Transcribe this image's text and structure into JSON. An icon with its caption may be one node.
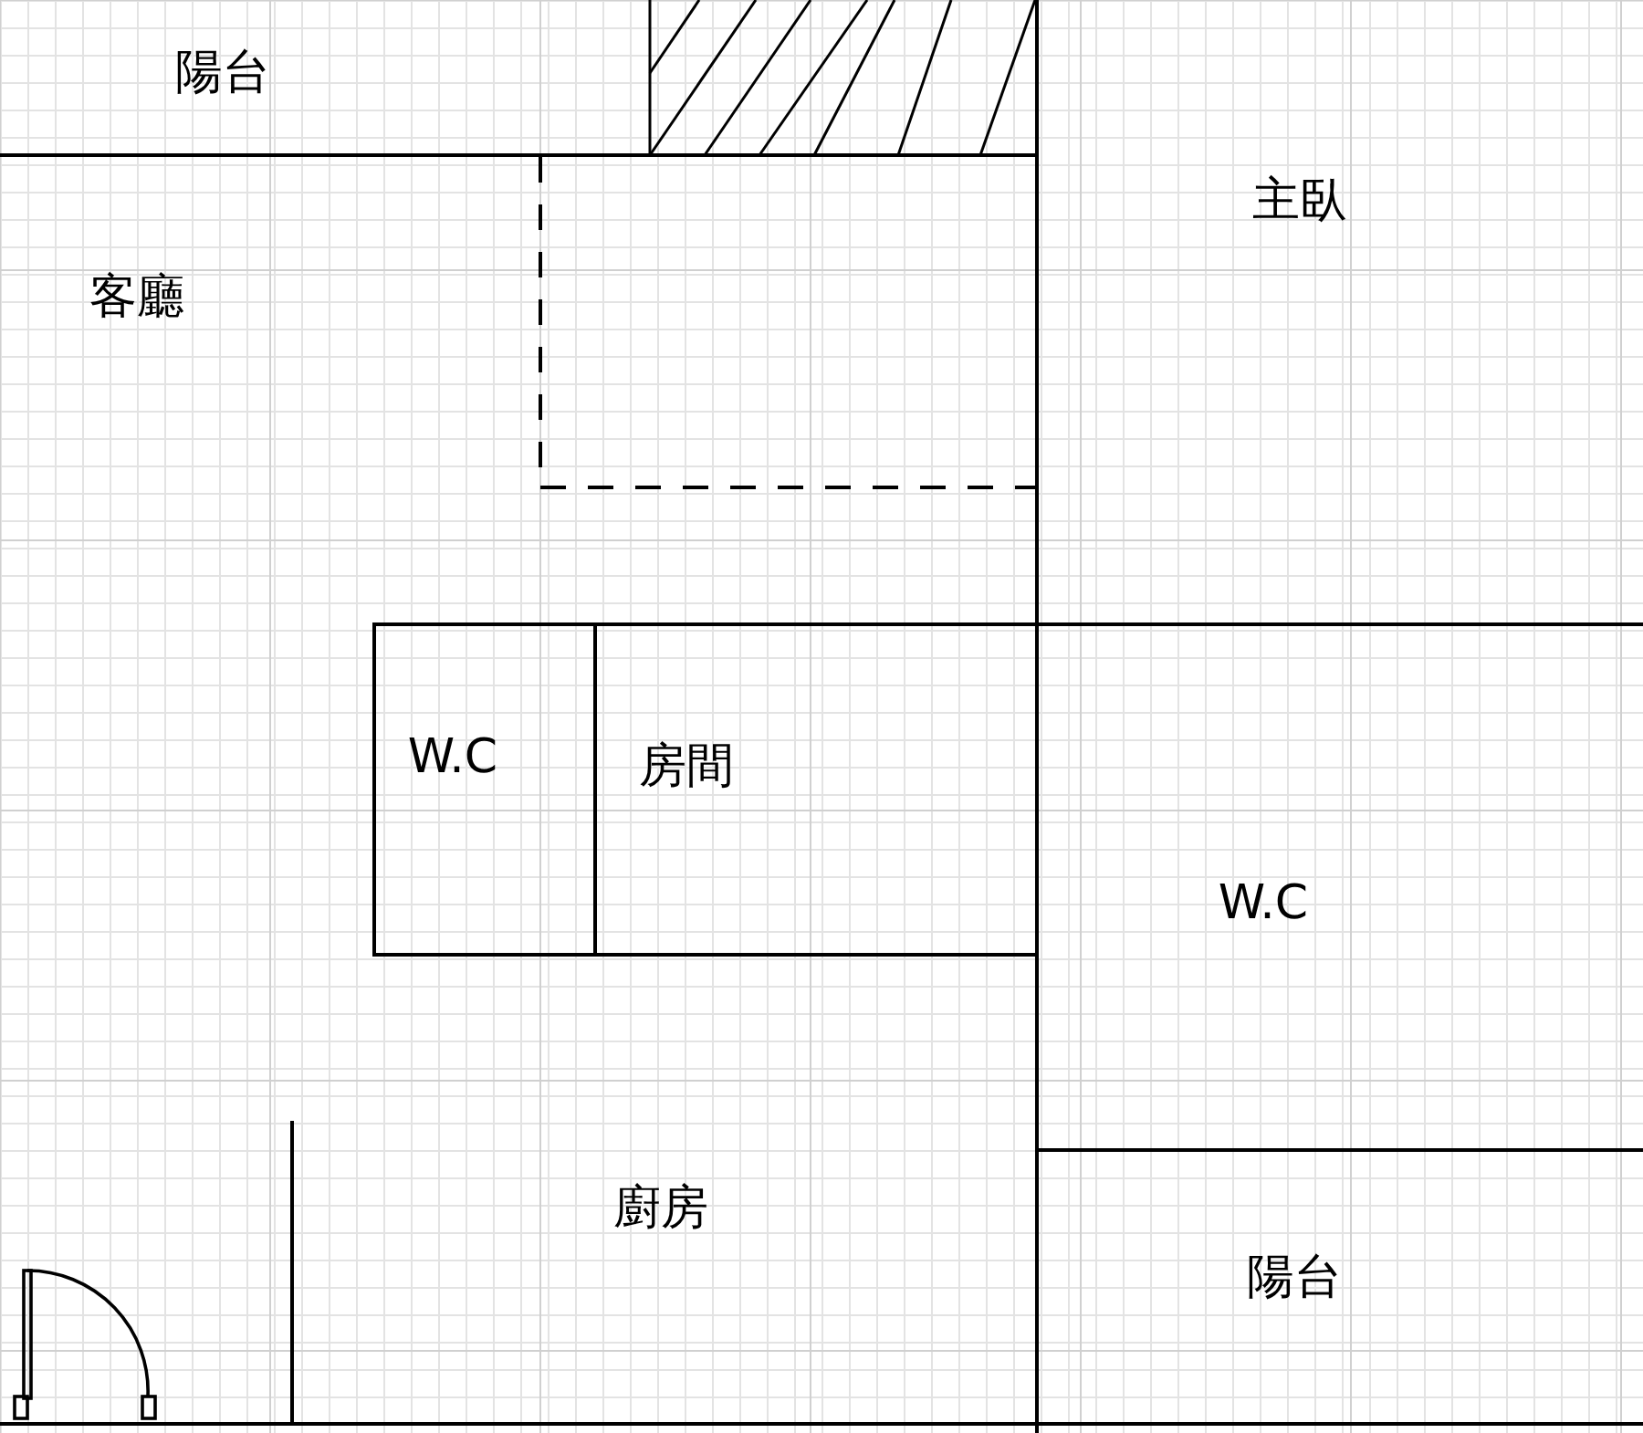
{
  "diagram": {
    "labels": [
      "陽台",
      "主臥",
      "客廳",
      "W.C",
      "房間",
      "W.C",
      "廚房",
      "陽台"
    ]
  }
}
